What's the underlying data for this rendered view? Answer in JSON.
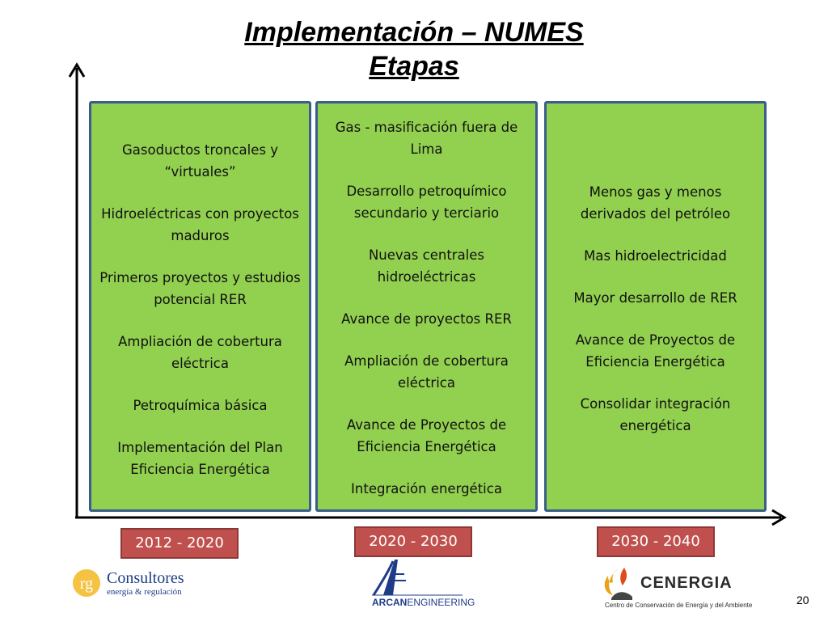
{
  "title": {
    "line1": "Implementación – NUMES",
    "line2": "Etapas"
  },
  "stages": [
    {
      "period": "2012 - 2020",
      "items": [
        "Gasoductos troncales y “virtuales”",
        "Hidroeléctricas con proyectos  maduros",
        "Primeros proyectos y estudios potencial RER",
        "Ampliación de cobertura eléctrica",
        "Petroquímica básica",
        "Implementación del Plan Eficiencia Energética"
      ]
    },
    {
      "period": "2020 - 2030",
      "items": [
        "Gas  - masificación fuera de Lima",
        "Desarrollo petroquímico secundario y terciario",
        "Nuevas centrales hidroeléctricas",
        "Avance de proyectos RER",
        "Ampliación de cobertura eléctrica",
        "Avance de Proyectos de Eficiencia Energética",
        "Integración energética"
      ]
    },
    {
      "period": "2030 - 2040",
      "items": [
        "Menos  gas y menos derivados del petróleo",
        "Mas hidroelectricidad",
        "Mayor desarrollo de RER",
        "Avance de Proyectos de Eficiencia Energética",
        "Consolidar integración energética"
      ]
    }
  ],
  "logos": {
    "rg": {
      "name": "Consultores",
      "sub": "energía & regulación",
      "mark": "rg"
    },
    "arcan": {
      "bold": "ARCAN",
      "rest": "ENGINEERING"
    },
    "cenergia": {
      "name": "CENERGIA",
      "sub": "Centro de Conservación de Energía y del Ambiente"
    }
  },
  "page_number": "20",
  "colors": {
    "panel_fill": "#92d050",
    "panel_border": "#3a5e8c",
    "period_fill": "#c0504d"
  }
}
